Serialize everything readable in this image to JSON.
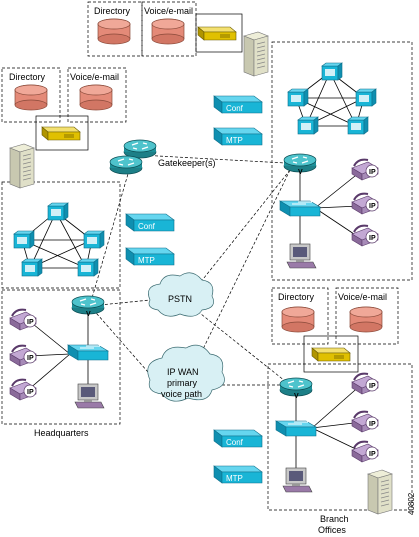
{
  "labels": {
    "directory": "Directory",
    "voicemail": "Voice/e-mail",
    "gatekeeper": "Gatekeeper(s)",
    "conf": "Conf",
    "mtp": "MTP",
    "pstn": "PSTN",
    "ipwan_1": "IP WAN",
    "ipwan_2": "primary",
    "ipwan_3": "voice path",
    "headquarters": "Headquarters",
    "branch_1": "Branch",
    "branch_2": "Offices",
    "ip": "IP",
    "v": "V",
    "figure_id": "40802"
  },
  "colors": {
    "cyan": "#19b5d6",
    "cyan_dark": "#0d7f9a",
    "router_teal": "#2a9fa8",
    "db_salmon": "#e48a78",
    "phone_purple": "#a78bb8",
    "bridge_yellow": "#e0c000",
    "building": "#d8d8c0",
    "pc_purple": "#9a7aa8"
  }
}
